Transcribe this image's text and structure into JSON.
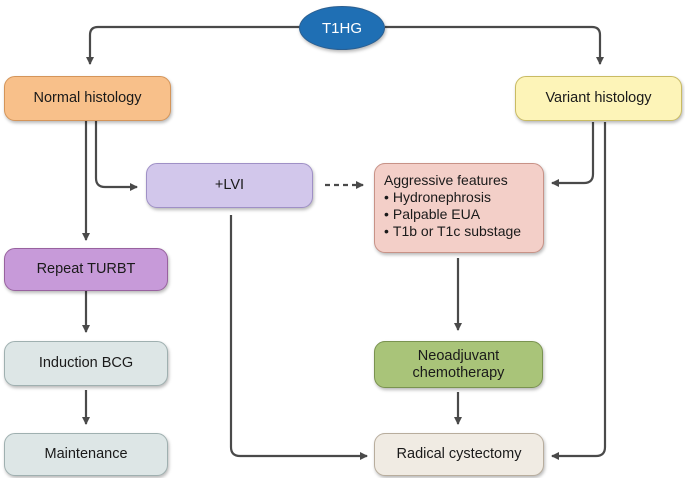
{
  "nodes": {
    "root": "T1HG",
    "normal": "Normal histology",
    "variant": "Variant histology",
    "lvi": "+LVI",
    "aggressive": {
      "title": "Aggressive features",
      "bullets": [
        "Hydronephrosis",
        "Palpable EUA",
        "T1b or T1c substage"
      ],
      "bullet_symbol": "•"
    },
    "repeat": "Repeat TURBT",
    "induction": "Induction BCG",
    "maintenance": "Maintenance",
    "neoadjuvant": [
      "Neoadjuvant",
      "chemotherapy"
    ],
    "radical": "Radical cystectomy"
  },
  "colors": {
    "root": "#1f6fb4",
    "normal": "#f8c08a",
    "variant": "#fdf4b8",
    "lvi": "#d2c7eb",
    "aggressive": "#f3cfc8",
    "repeat": "#c79ad9",
    "induction_maintenance": "#dde6e6",
    "neoadjuvant": "#a9c479",
    "radical": "#f0ebe3",
    "arrow": "#4a4a4a"
  }
}
